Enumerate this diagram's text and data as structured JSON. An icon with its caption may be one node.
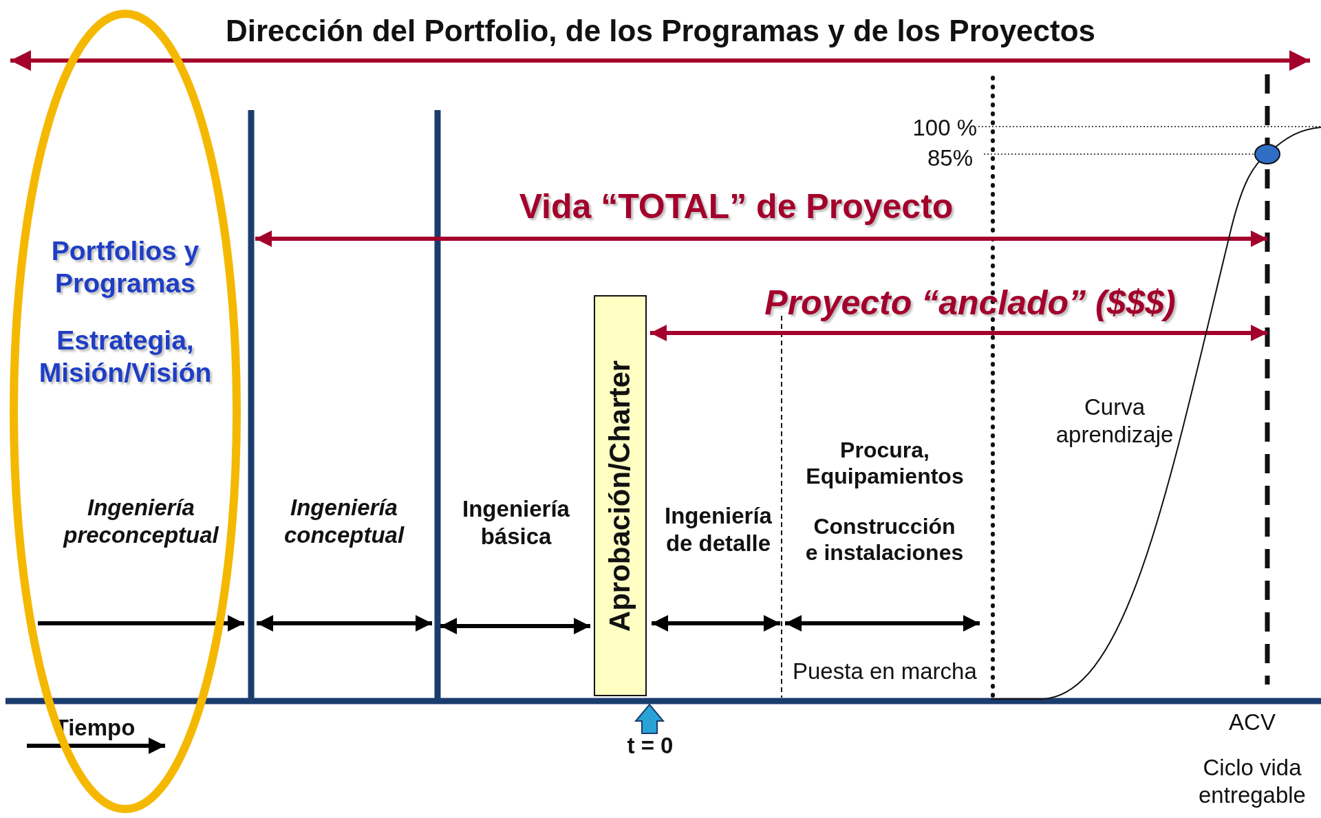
{
  "diagram": {
    "title": "Dirección del Portfolio, de los Programas y de los Proyectos",
    "nodes": [
      {
        "text": [
          "Portfolios y Programas",
          "Estrategia, Misión/Visión"
        ]
      },
      {
        "text": [
          "Aprobación/Charter"
        ]
      }
    ],
    "labels": [
      "100 %",
      "85%",
      "Vida “TOTAL” de Proyecto",
      "Proyecto “anclado” ($$$)",
      "Curva aprendizaje",
      "Procura, Equipamientos",
      "Ingeniería preconceptual",
      "Ingeniería conceptual",
      "Ingeniería básica",
      "Ingeniería de detalle",
      "Construcción e instalaciones",
      "Puesta en marcha",
      "Tiempo",
      "t = 0",
      "ACV",
      "Ciclo vida entregable"
    ]
  }
}
